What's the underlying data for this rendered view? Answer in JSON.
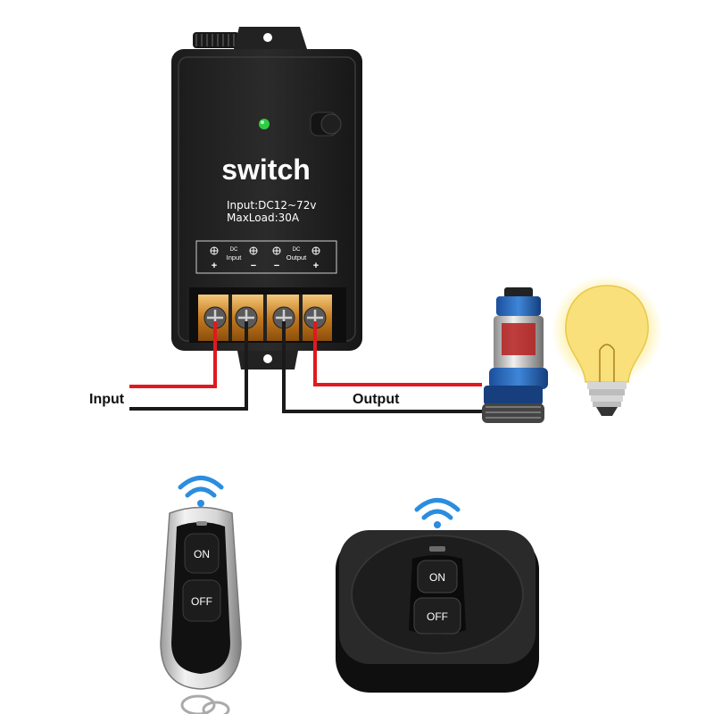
{
  "relay": {
    "title": "switch",
    "spec_input": "Input:DC12~72v",
    "spec_load": "MaxLoad:30A",
    "term_input_dc": "DC",
    "term_input_label": "Input",
    "term_output_dc": "DC",
    "term_output_label": "Output",
    "polarity": [
      "+",
      "−",
      "−",
      "+"
    ]
  },
  "wiring": {
    "input_label": "Input",
    "output_label": "Output",
    "colors": {
      "positive": "#e0191f",
      "negative": "#1a1a1a"
    }
  },
  "remote_keyfob": {
    "on_label": "ON",
    "off_label": "OFF"
  },
  "remote_wall": {
    "on_label": "ON",
    "off_label": "OFF"
  },
  "icons": [
    "wifi-signal-icon",
    "led-indicator-icon",
    "water-pump-icon",
    "light-bulb-icon"
  ]
}
